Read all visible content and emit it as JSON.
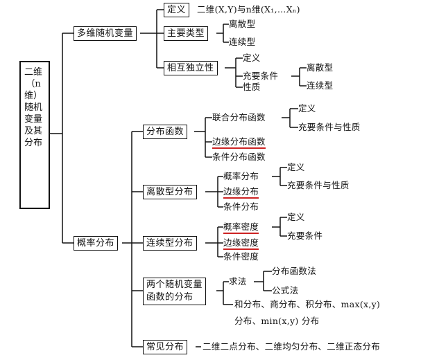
{
  "root": "二维（n维）随机变量及其分布",
  "branch1": {
    "label": "多维随机变量",
    "definition": {
      "label": "定义",
      "text": "二维(X,Y)与n维(X₁,…Xₙ)"
    },
    "main_types": {
      "label": "主要类型",
      "items": [
        "离散型",
        "连续型"
      ]
    },
    "independence": {
      "label": "相互独立性",
      "items": [
        "定义",
        "充要条件",
        "性质"
      ],
      "sub_items": [
        "离散型",
        "连续型"
      ]
    }
  },
  "branch2": {
    "label": "概率分布",
    "distribution_function": {
      "label": "分布函数",
      "items": [
        "联合分布函数",
        "边缘分布函数",
        "条件分布函数"
      ],
      "sub_items": [
        "定义",
        "充要条件与性质"
      ]
    },
    "discrete": {
      "label": "离散型分布",
      "items": [
        "概率分布",
        "边缘分布",
        "条件分布"
      ],
      "sub_items": [
        "定义",
        "充要条件与性质"
      ]
    },
    "continuous": {
      "label": "连续型分布",
      "items": [
        "概率密度",
        "边缘密度",
        "条件密度"
      ],
      "sub_items": [
        "定义",
        "充要条件"
      ]
    },
    "two_var_function": {
      "label_line1": "两个随机变量",
      "label_line2": "函数的分布",
      "method_label": "求法",
      "methods": [
        "分布函数法",
        "公式法"
      ],
      "special_line1": "和分布、商分布、积分布、max(x,y)",
      "special_line2": "分布、min(x,y) 分布"
    },
    "common": {
      "label": "常见分布",
      "text": "二维二点分布、二维均匀分布、二维正态分布"
    }
  }
}
